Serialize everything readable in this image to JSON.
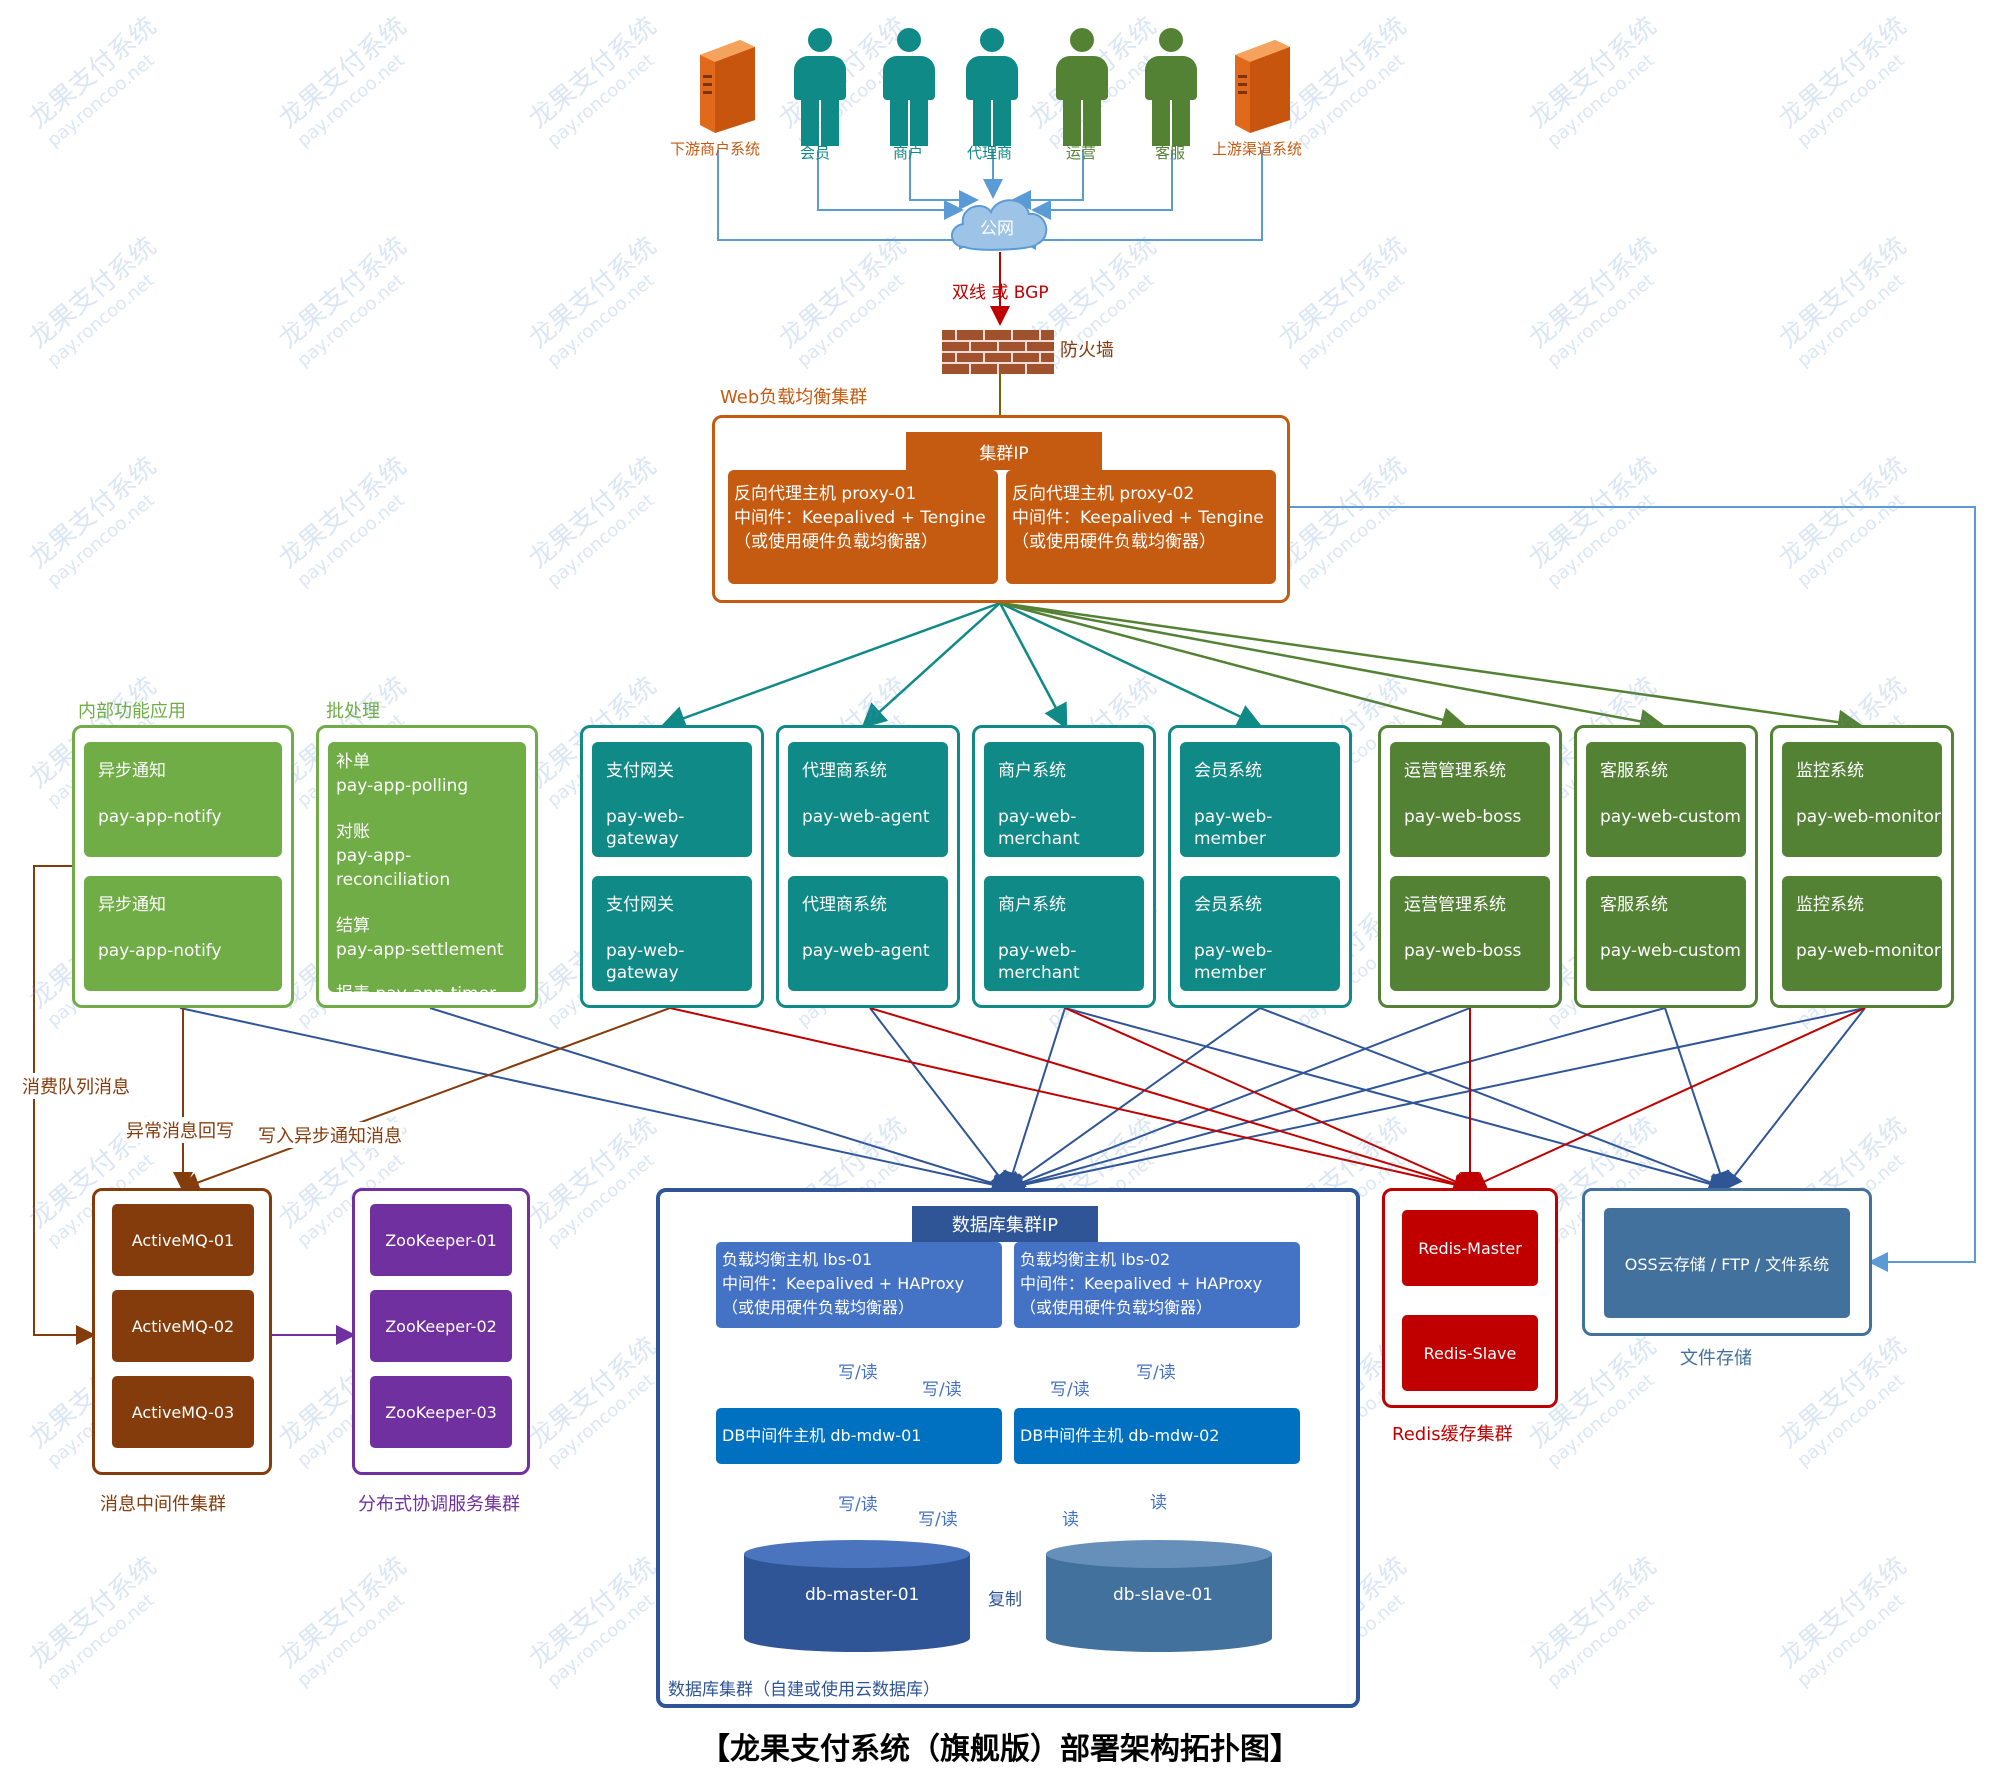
{
  "clients": {
    "downstream_merchant": "下游商户系统",
    "member": "会员",
    "merchant": "商户",
    "agent": "代理商",
    "operations": "运营",
    "support": "客服",
    "upstream_channel": "上游渠道系统"
  },
  "network": {
    "internet": "公网",
    "link": "双线 或 BGP",
    "firewall": "防火墙"
  },
  "web_lb": {
    "group_label": "Web负载均衡集群",
    "cluster_ip": "集群IP",
    "proxy1": {
      "line1": "反向代理主机 proxy-01",
      "line2": "中间件：Keepalived + Tengine",
      "line3": "（或使用硬件负载均衡器）"
    },
    "proxy2": {
      "line1": "反向代理主机 proxy-02",
      "line2": "中间件：Keepalived + Tengine",
      "line3": "（或使用硬件负载均衡器）"
    }
  },
  "internal_apps": {
    "group_label": "内部功能应用",
    "items": [
      {
        "title": "异步通知",
        "sub": "pay-app-notify"
      },
      {
        "title": "异步通知",
        "sub": "pay-app-notify"
      }
    ]
  },
  "batch": {
    "group_label": "批处理",
    "lines": [
      "补单",
      "pay-app-polling",
      "对账",
      "pay-app-reconciliation",
      "结算",
      "pay-app-settlement",
      "报表 pay-app-timer"
    ]
  },
  "web_apps": [
    {
      "title": "支付网关",
      "sub": "pay-web-gateway"
    },
    {
      "title": "代理商系统",
      "sub": "pay-web-agent"
    },
    {
      "title": "商户系统",
      "sub": "pay-web-merchant"
    },
    {
      "title": "会员系统",
      "sub": "pay-web-member"
    },
    {
      "title": "运营管理系统",
      "sub": "pay-web-boss"
    },
    {
      "title": "客服系统",
      "sub": "pay-web-custom"
    },
    {
      "title": "监控系统",
      "sub": "pay-web-monitor"
    }
  ],
  "edges": {
    "consume": "消费队列消息",
    "error_writeback": "异常消息回写",
    "write_notify": "写入异步通知消息"
  },
  "mq": {
    "group_label": "消息中间件集群",
    "nodes": [
      "ActiveMQ-01",
      "ActiveMQ-02",
      "ActiveMQ-03"
    ]
  },
  "zk": {
    "group_label": "分布式协调服务集群",
    "nodes": [
      "ZooKeeper-01",
      "ZooKeeper-02",
      "ZooKeeper-03"
    ]
  },
  "db": {
    "cluster_ip": "数据库集群IP",
    "lbs1": {
      "line1": "负载均衡主机 lbs-01",
      "line2": "中间件：Keepalived + HAProxy",
      "line3": "（或使用硬件负载均衡器）"
    },
    "lbs2": {
      "line1": "负载均衡主机 lbs-02",
      "line2": "中间件：Keepalived + HAProxy",
      "line3": "（或使用硬件负载均衡器）"
    },
    "rw": "写/读",
    "read": "读",
    "mdw1": "DB中间件主机 db-mdw-01",
    "mdw2": "DB中间件主机 db-mdw-02",
    "master": "db-master-01",
    "slave": "db-slave-01",
    "replicate": "复制",
    "group_label": "数据库集群（自建或使用云数据库）"
  },
  "redis": {
    "master": "Redis-Master",
    "slave": "Redis-Slave",
    "group_label": "Redis缓存集群"
  },
  "storage": {
    "node": "OSS云存储 / FTP / 文件系统",
    "group_label": "文件存储"
  },
  "title": "【龙果支付系统（旗舰版）部署架构拓扑图】",
  "watermark": {
    "line1": "龙果支付系统",
    "line2": "pay.roncoo.net"
  },
  "colors": {
    "teal": "#108A87",
    "green": "#548235",
    "light_green": "#70AD47",
    "orange": "#C55A11",
    "brown": "#843C0C",
    "purple": "#7030A0",
    "blue": "#2F5597",
    "red": "#C00000",
    "steel": "#41719C",
    "lb_blue": "#4472C4"
  }
}
